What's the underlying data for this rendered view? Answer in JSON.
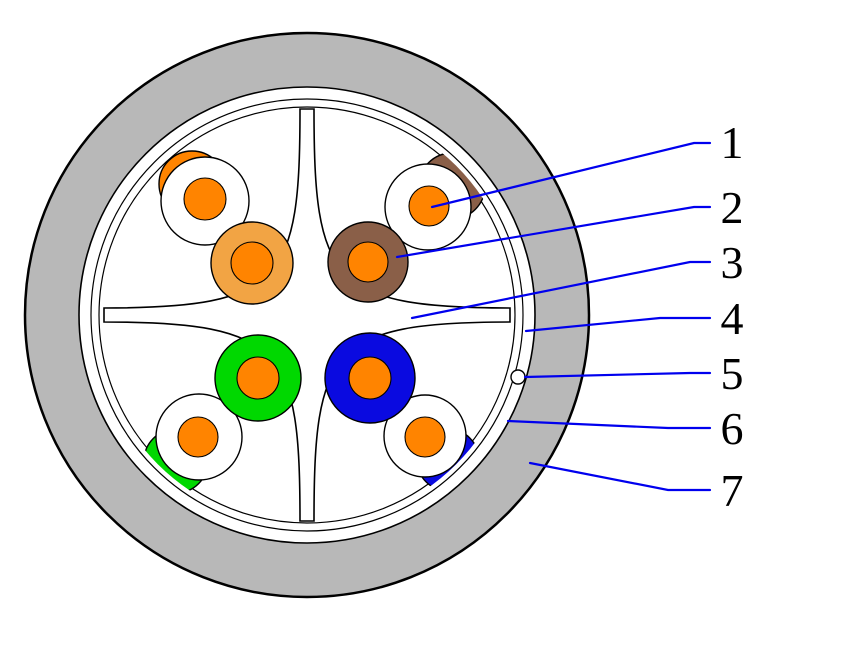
{
  "labels": [
    "1",
    "2",
    "3",
    "4",
    "5",
    "6",
    "7"
  ],
  "colors": {
    "jacket": "#b8b8b8",
    "white": "#ffffff",
    "conductor": "#ff8400",
    "insulation_orange": "#f2a444",
    "insulation_brown": "#8a5f48",
    "insulation_green": "#00d800",
    "insulation_blue": "#0a0ae0",
    "leader": "#0000ee"
  }
}
